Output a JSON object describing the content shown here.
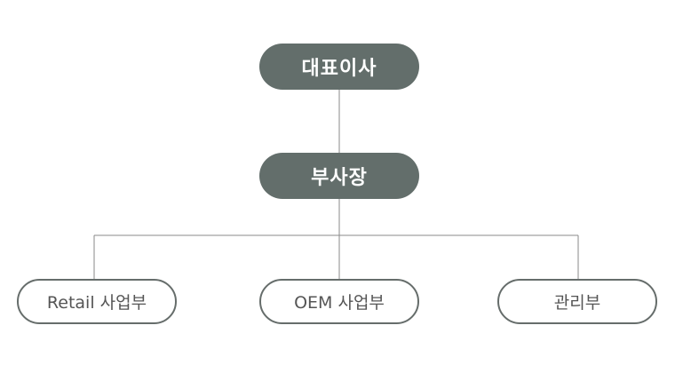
{
  "org_chart": {
    "ceo": {
      "label": "대표이사"
    },
    "vice_president": {
      "label": "부사장"
    },
    "departments": [
      {
        "label": "Retail 사업부"
      },
      {
        "label": "OEM 사업부"
      },
      {
        "label": "관리부"
      }
    ]
  },
  "colors": {
    "primary_fill": "#636e6b",
    "outline": "#666d6b",
    "connector": "#8a8a8a",
    "primary_text": "#ffffff",
    "secondary_text": "#555555"
  }
}
